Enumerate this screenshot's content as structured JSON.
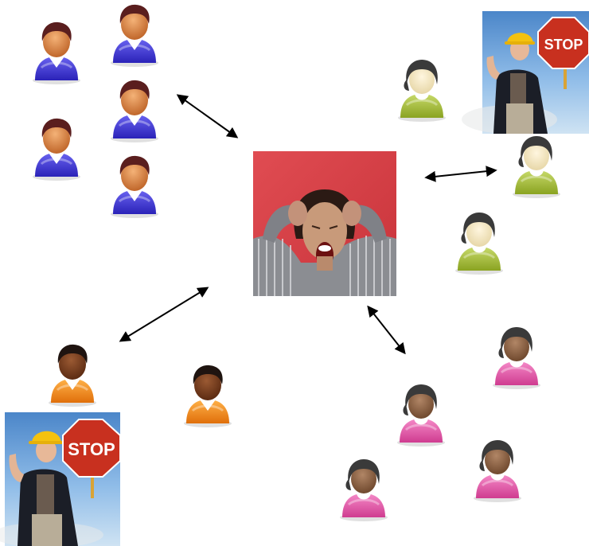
{
  "scene": {
    "center_photo": {
      "name": "stressed-woman-photo"
    },
    "stop_signs": [
      {
        "text": "STOP"
      },
      {
        "text": "STOP"
      }
    ]
  },
  "colors": {
    "blue_group": "#3b33d6",
    "green_group": "#9bb62c",
    "orange_group": "#f07f12",
    "pink_group": "#e0489f",
    "hair_dark": "#5a1e1e",
    "stop_red": "#c8301f",
    "center_bg": "#d94047"
  }
}
